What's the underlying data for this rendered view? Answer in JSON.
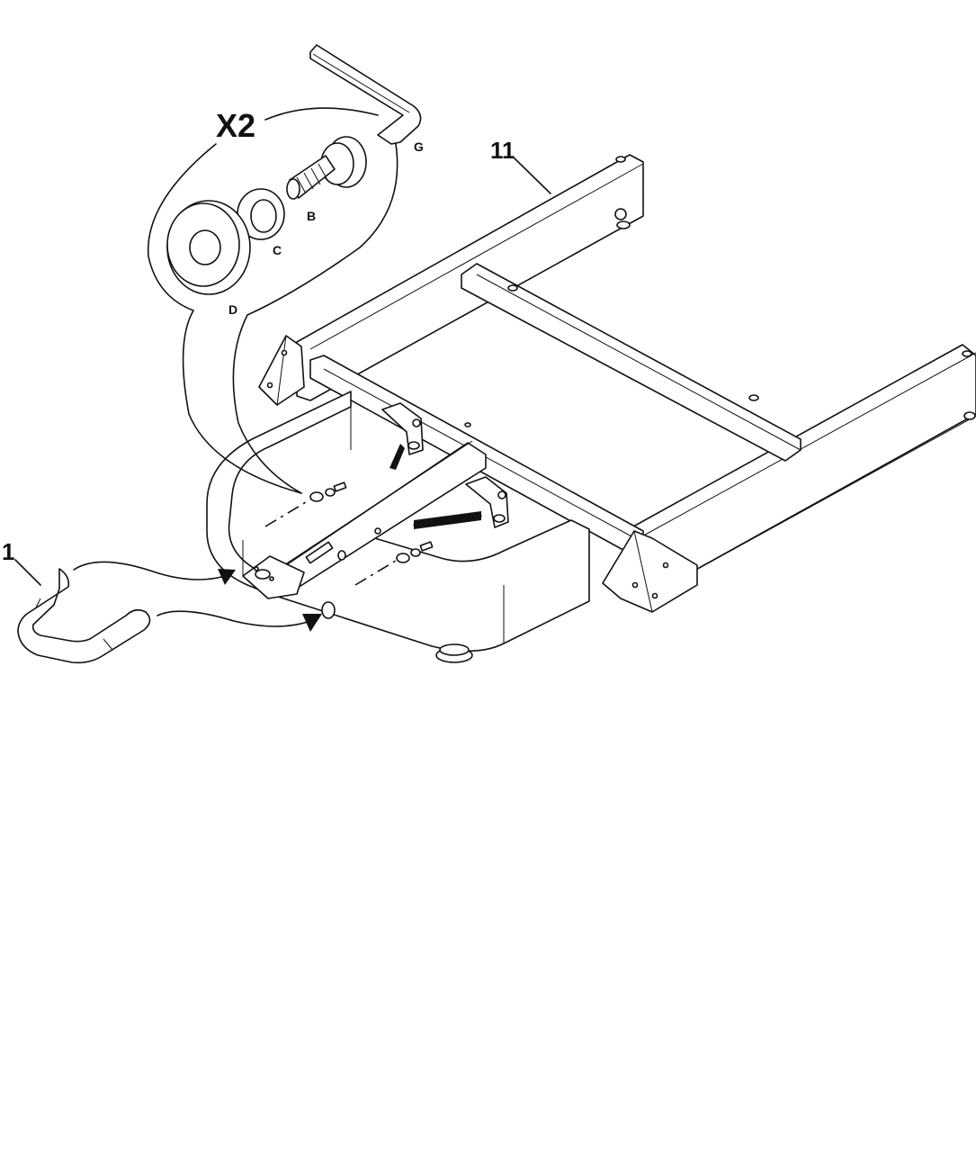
{
  "labels": {
    "quantity": "X2",
    "allen_key": "G",
    "bolt": "B",
    "lock_washer": "C",
    "flat_washer": "D",
    "frame_part": "11",
    "handle_part": "1"
  },
  "colors": {
    "line": "#111111",
    "background": "#ffffff"
  }
}
